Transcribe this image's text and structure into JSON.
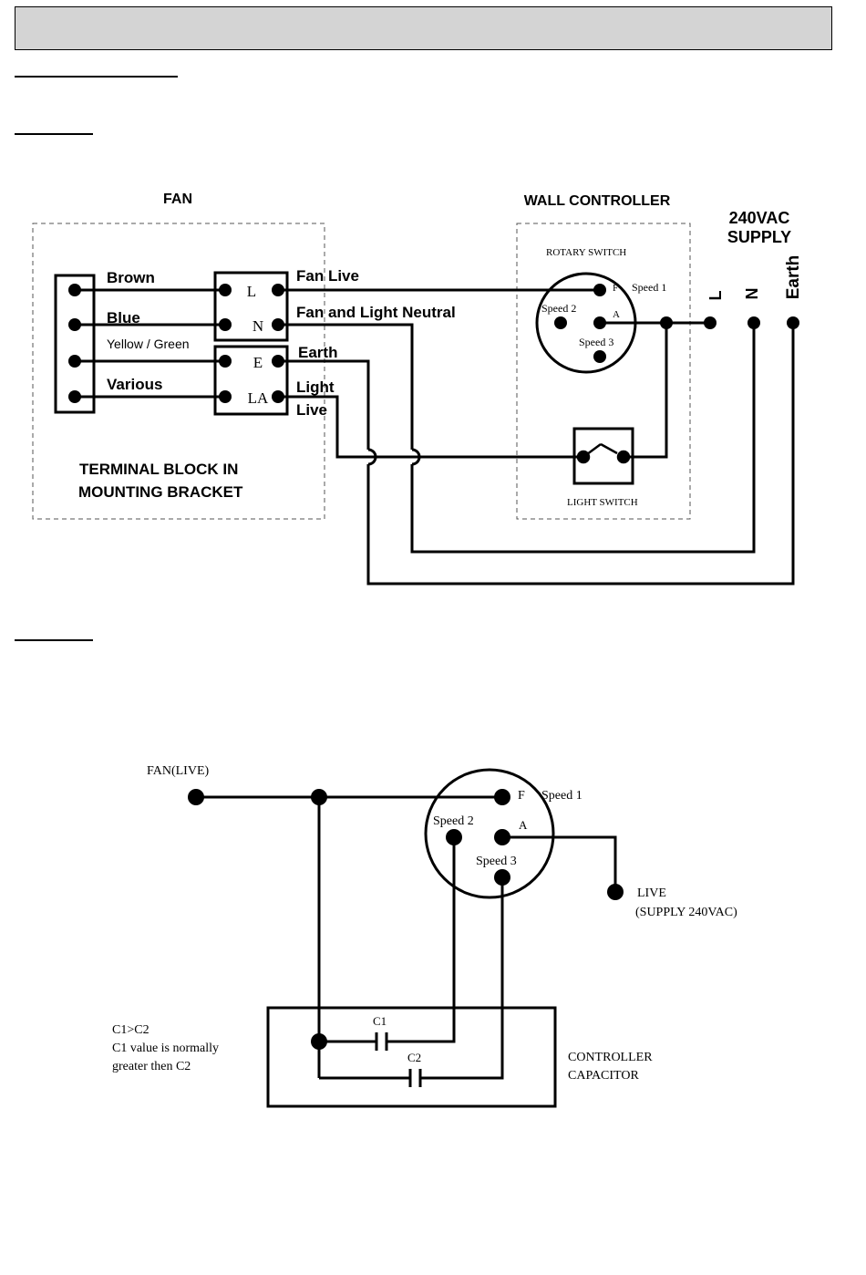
{
  "diagram1": {
    "fan_title": "FAN",
    "wall_controller_title": "WALL CONTROLLER",
    "supply_line1": "240VAC",
    "supply_line2": "SUPPLY",
    "wire_brown": "Brown",
    "wire_blue": "Blue",
    "wire_yellow_green": "Yellow / Green",
    "wire_various": "Various",
    "term_L": "L",
    "term_N": "N",
    "term_E": "E",
    "term_LA": "LA",
    "fan_live": "Fan Live",
    "fan_light_neutral": "Fan and Light Neutral",
    "earth_label": "Earth",
    "light_live_1": "Light",
    "light_live_2": "Live",
    "terminal_block_1": "TERMINAL  BLOCK IN",
    "terminal_block_2": "MOUNTING BRACKET",
    "rotary_switch": "ROTARY SWITCH",
    "rs_F": "F",
    "rs_speed1": "Speed 1",
    "rs_speed2": "Speed 2",
    "rs_A": "A",
    "rs_speed3": "Speed 3",
    "light_switch": "LIGHT SWITCH",
    "supply_L": "L",
    "supply_N": "N",
    "supply_Earth": "Earth"
  },
  "diagram2": {
    "fan_live": "FAN(LIVE)",
    "F": "F",
    "speed1": "Speed  1",
    "speed2": "Speed 2",
    "A": "A",
    "speed3": "Speed 3",
    "live_1": "LIVE",
    "live_2": "(SUPPLY 240VAC)",
    "c1": "C1",
    "c2": "C2",
    "note_1": "C1>C2",
    "note_2": "C1 value is normally",
    "note_3": "greater then C2",
    "controller_1": "CONTROLLER",
    "controller_2": "CAPACITOR"
  }
}
